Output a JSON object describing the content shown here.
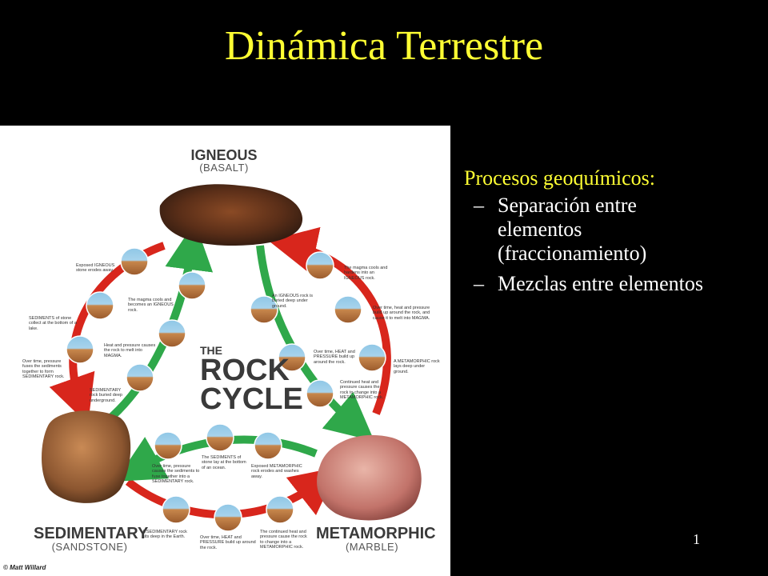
{
  "slide": {
    "title": "Dinámica Terrestre",
    "page_number": "1"
  },
  "bullets": {
    "heading": "Procesos geoquímicos:",
    "items": [
      "Separación entre elementos (fraccionamiento)",
      "Mezclas entre elementos"
    ]
  },
  "diagram": {
    "center_title": [
      "THE",
      "ROCK",
      "CYCLE"
    ],
    "rocks": {
      "igneous": {
        "name": "IGNEOUS",
        "sub": "(BASALT)"
      },
      "sedimentary": {
        "name": "SEDIMENTARY",
        "sub": "(SANDSTONE)"
      },
      "metamorphic": {
        "name": "METAMORPHIC",
        "sub": "(MARBLE)"
      }
    },
    "captions": {
      "c1": "Exposed IGNEOUS stone erodes away.",
      "c2": "SEDIMENTS of stone collect at the bottom of a lake.",
      "c3": "Over time, pressure fuses the sediments together to form SEDIMENTARY rock.",
      "c4": "The magma cools and becomes an IGNEOUS rock.",
      "c5": "Heat and pressure causes the rock to melt into MAGMA.",
      "c6": "SEDIMENTARY rock buried deep underground.",
      "c7": "The magma cools and hardens into an IGNEOUS rock.",
      "c8": "Over time, heat and pressure build up around the rock, and cause it to melt into MAGMA.",
      "c9": "A METAMORPHIC rock lays deep under ground.",
      "c10": "An IGNEOUS rock is buried deep under ground.",
      "c11": "Over time, HEAT and PRESSURE build up around the rock.",
      "c12": "Continued heat and pressure causes the rock to change into a METAMORPHIC rock.",
      "c13": "Over time, pressure causes the sediments to fuse together into a SEDIMENTARY rock.",
      "c14": "The SEDIMENTS of stone lay at the bottom of an ocean.",
      "c15": "Exposed METAMORPHIC rock erodes and washes away.",
      "c16": "A SEDIMENTARY rock sits deep in the Earth.",
      "c17": "Over time, HEAT and PRESSURE build up around the rock.",
      "c18": "The continued heat and pressure cause the rock to change into a METAMORPHIC rock."
    },
    "credit": "© Matt Willard"
  },
  "colors": {
    "title": "#ffff33",
    "background": "#000000",
    "arrow_red": "#d8261c",
    "arrow_green": "#2fa84a"
  }
}
